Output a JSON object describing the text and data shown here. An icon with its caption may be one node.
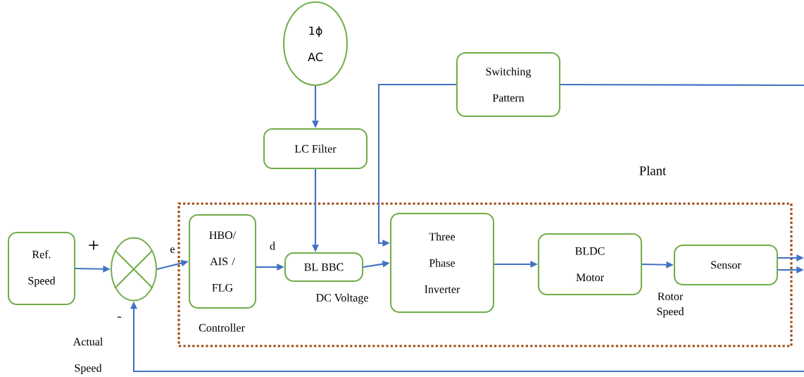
{
  "diagram": {
    "nodes": [
      {
        "text": [
          "1ϕ AC"
        ]
      },
      {
        "text": [
          "Switching Pattern"
        ]
      },
      {
        "text": [
          "LC Filter"
        ]
      },
      {
        "text": [
          "Plant"
        ]
      },
      {
        "text": [
          "Ref. Speed"
        ]
      },
      {
        "text": [],
        "shape": "circle"
      },
      {
        "text": [
          "HBO/ AIS / FLG"
        ],
        "in": 3,
        "beside": [
          "Controller"
        ]
      },
      {
        "text": [
          "BL BBC"
        ],
        "in": 3,
        "beside": [
          "DC Voltage"
        ]
      },
      {
        "text": [
          "Three Phase Inverter"
        ],
        "in": 3
      },
      {
        "text": [
          "BLDC Motor"
        ],
        "in": 3
      },
      {
        "text": [
          "Sensor"
        ],
        "in": 3
      }
    ],
    "edges": [
      {
        "from": 0,
        "to": 2,
        "arrow": "to"
      },
      {
        "from": 2,
        "to": 7,
        "arrow": "to"
      },
      {
        "from": 1,
        "to": 8,
        "arrow": "to"
      },
      {
        "from": 1,
        "to": null,
        "arrow": "none"
      },
      {
        "from": 4,
        "to": 5,
        "arrow": "to"
      },
      {
        "from": 5,
        "to": 6,
        "arrow": "to",
        "label": "e"
      },
      {
        "from": 6,
        "to": 7,
        "arrow": "to",
        "label": "d"
      },
      {
        "from": 7,
        "to": 8,
        "arrow": "to"
      },
      {
        "from": 8,
        "to": 9,
        "arrow": "to"
      },
      {
        "from": 9,
        "to": 10,
        "arrow": "to",
        "label": "Rotor Speed"
      },
      {
        "from": 10,
        "to": null,
        "arrow": "to"
      },
      {
        "from": 10,
        "to": null,
        "arrow": "to"
      },
      {
        "from": null,
        "to": 5,
        "arrow": "to",
        "label": "Actual Speed"
      }
    ],
    "labels": [
      "+",
      "-"
    ]
  }
}
